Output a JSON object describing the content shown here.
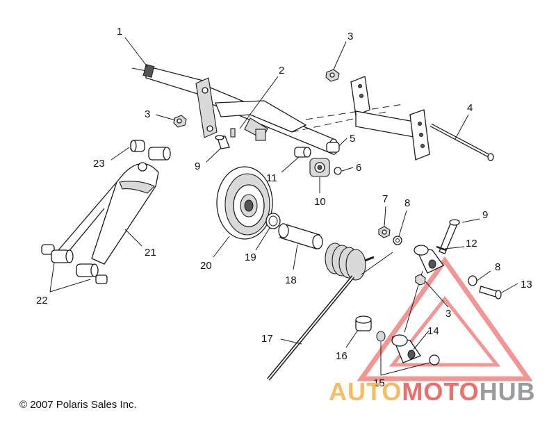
{
  "copyright": "© 2007 Polaris Sales Inc.",
  "watermark": {
    "part1": "AUTO",
    "part2": "MOTO",
    "part3": "HUB"
  },
  "colors": {
    "watermark_red": "#e8403a",
    "watermark_orange": "#f3b14a",
    "watermark_gray": "#8a8a8a",
    "line": "#1a1a1a"
  },
  "callouts": {
    "c1": "1",
    "c2": "2",
    "c3a": "3",
    "c3b": "3",
    "c3c": "3",
    "c4": "4",
    "c5": "5",
    "c6": "6",
    "c7": "7",
    "c8a": "8",
    "c8b": "8",
    "c9a": "9",
    "c9b": "9",
    "c10": "10",
    "c11": "11",
    "c12": "12",
    "c13": "13",
    "c14": "14",
    "c15": "15",
    "c16": "16",
    "c17": "17",
    "c18": "18",
    "c19": "19",
    "c20": "20",
    "c21": "21",
    "c22": "22",
    "c23": "23"
  }
}
